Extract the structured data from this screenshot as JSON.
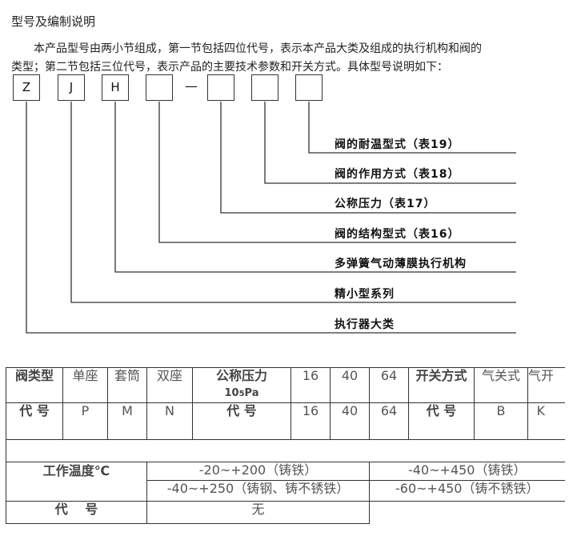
{
  "title": "型号及编制说明",
  "intro": {
    "line1": "本产品型号由两小节组成，第一节包括四位代号，表示本产品大类及组成的执行机构和阀的",
    "line2": "类型；第二节包括三位代号，表示产品的主要技术参数和开关方式。具体型号说明如下："
  },
  "code_boxes": [
    "Z",
    "J",
    "H",
    "",
    "",
    "",
    ""
  ],
  "separator": "—",
  "legend": [
    "阀的耐温型式（表19）",
    "阀的作用方式（表18）",
    "公称压力（表17）",
    "阀的结构型式（表16）",
    "多弹簧气动薄膜执行机构",
    "精小型系列",
    "执行器大类"
  ],
  "table": {
    "row1": {
      "valve_type": "阀类型",
      "single": "单座",
      "sleeve": "套筒",
      "double": "双座",
      "pressure": "公称压力",
      "pressure_unit_a": "10",
      "pressure_unit_b": "5",
      "pressure_unit_c": "Pa",
      "p16": "16",
      "p40": "40",
      "p64": "64",
      "switch": "开关方式",
      "air_close": "气关式",
      "air_open": "气开"
    },
    "row2": {
      "code": "代 号",
      "P": "P",
      "M": "M",
      "N": "N",
      "code2": "代 号",
      "p16": "16",
      "p40": "40",
      "p64": "64",
      "code3": "代 号",
      "B": "B",
      "K": "K"
    },
    "temp": {
      "label": "工作温度℃",
      "r1c1": "-20~+200（铸铁）",
      "r1c2": "-40~+450（铸铁）",
      "r2c1": "-40~+250（铸钢、铸不锈铁）",
      "r2c2": "-60~+450（铸不锈铁）"
    },
    "last": {
      "code": "代　 号",
      "value": "无"
    }
  }
}
